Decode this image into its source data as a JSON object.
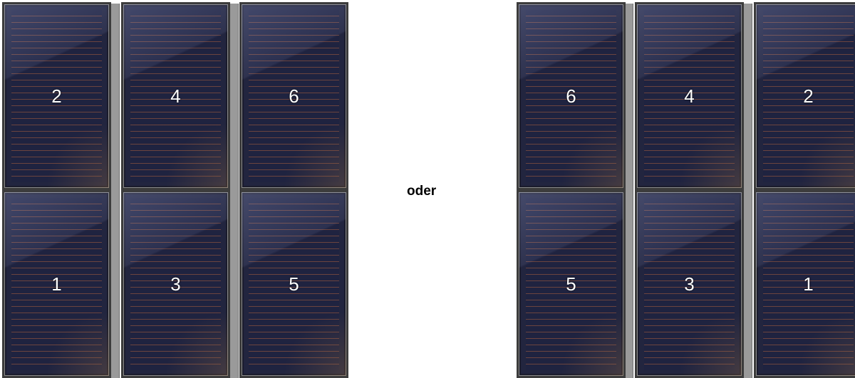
{
  "separator_text": "oder",
  "left_array": {
    "top_row": [
      "2",
      "4",
      "6"
    ],
    "bottom_row": [
      "1",
      "3",
      "5"
    ]
  },
  "right_array": {
    "top_row": [
      "6",
      "4",
      "2"
    ],
    "bottom_row": [
      "5",
      "3",
      "1"
    ]
  },
  "colors": {
    "panel_fill": "#22253f",
    "cell_line": "#aa5f3c",
    "rail": "#9a9a9a",
    "label": "#ffffff"
  }
}
